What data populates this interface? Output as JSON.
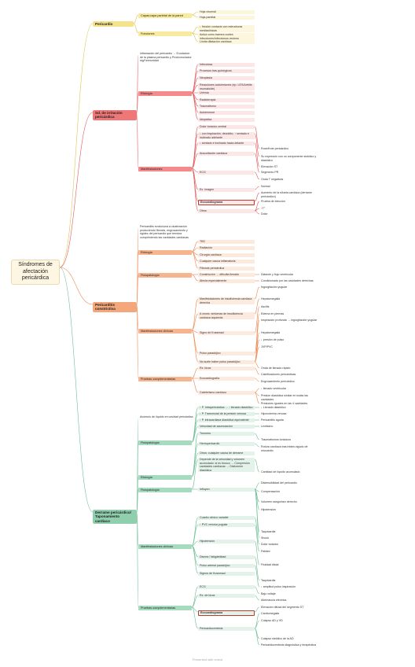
{
  "root": "Síndromes de afectación pericárdica",
  "branches": [
    {
      "key": "y",
      "label": "Pericardio",
      "subs": [
        {
          "label": "Capas:capa parietal de la pared",
          "leaves": [
            "Hoja visceral",
            "Hoja parietal"
          ]
        },
        {
          "label": "Funciones",
          "leaves": [
            "↓ fricción contacto con estructuras mediastínicas",
            "Actúa como barrera contra infecciones/infecciosos vecinos",
            "Limita dilatación cardíaca"
          ]
        }
      ]
    },
    {
      "key": "r",
      "label": "Sd. de irritación pericárdica",
      "intro": "Inflamación del pericardio → Exudación de la plasma pericardio y Pródromo/actor sig/f inmunidad",
      "subs": [
        {
          "label": "Etiología",
          "leaves": [
            "Infecciosa",
            "Procesos tras-quirúrgicos",
            "Neoplasia",
            "Reacciones autoinmunes (ep. LES/Artritis reumatoide)",
            "Urémia",
            "Radioterapia",
            "Traumatismo",
            "Autoinmune",
            "Idiopática"
          ]
        },
        {
          "label": "Manifestaciones",
          "leaves": [
            "Dolor torácico central",
            "↓ con inspiración, decúbito; ↑ sentado e inclinado adelante",
            "↓ sentado e inclinado hacia delante",
            "Auscultación cardiaca",
            "ECG",
            "Ex. Imagen",
            "Ecocardiograma",
            "Otros"
          ],
          "details": [
            "Roce/frote pericárdico",
            "Su expresión con un componente sistólico y diastólico",
            "Elevación ST",
            "Segmento PR",
            "Onda T negativas",
            "Normal",
            "Aumento de la silueta cardíaca (derrame pericárdico)",
            "Prueba de elección",
            "↑T°",
            "Dolor"
          ]
        }
      ]
    },
    {
      "key": "o",
      "label": "Pericarditis constrictiva",
      "intro": "Pericarditis evoluciona a cicatrización produciendo fibrosis, engrosamiento y rigidez del pericardio que termina comprimiendo las cavidades cardíacas",
      "subs": [
        {
          "label": "Etiología",
          "leaves": [
            "TBC",
            "Radiación",
            "Cirurgía cardíaca",
            "Cualquier causa inflamatoria",
            "Fibrosis pericárdica"
          ]
        },
        {
          "label": "Fisiopatología",
          "leaves": [
            "Constricción → dificulta llenado",
            "Afecta especialmente"
          ],
          "details": [
            "Diástole y flujo ventricular",
            "Condicionado por las cavidades derechas"
          ]
        },
        {
          "label": "Manifestaciones clínicas",
          "leaves": [
            "Manifestaciones de insuficiencia cardíaca derecha",
            "A veces: síntomas de insuficiencia cardíaca izquierda",
            "Signo de Kussmaul",
            "Pulso paradójico",
            "No suele haber pulso paradójico"
          ],
          "details": [
            "Ingurgitación yugular",
            "Hepatomegalia",
            "Ascitis",
            "Edema en piernas",
            "Inspiración profunda → ingurgitación yugular",
            "Hepatomegalia",
            "↓ presión de pulso",
            "JVP/PVC",
            "Onda de llenado rápido"
          ]
        },
        {
          "label": "Pruebas complementarias",
          "leaves": [
            "Rx. tórax",
            "Ecocardiografía",
            "Cateterismo cardíaco"
          ],
          "details": [
            "Calcificaciones pericárdicas",
            "Engrosamiento pericárdico",
            "↓ llenado ventricular",
            "Presión diastólica similar en todas las cavidades",
            "Presiones iguales en las 4 cavidades"
          ]
        }
      ]
    },
    {
      "key": "g",
      "label": "Derrame pericárdico/ Taponamiento cardíaco",
      "intro": "Acúmulo de líquido en cavidad pericárdica",
      "subs": [
        {
          "label": "Fisiopatología",
          "leaves": [
            "↑ P. Intrapericárdica → ↓ llenado diastólico",
            "↓ P. Transmural de la presión venosa",
            "↑ P. intracardiaca diastólica equivalente",
            "Velocidad de acumulación"
          ],
          "details": [
            "↓ Llenado diastólico",
            "Hipovolemia venosa",
            "Pericarditis aguda",
            "Lentisimo"
          ]
        },
        {
          "label": "Etiología",
          "leaves": [
            "Tumores",
            "Hemopericardio",
            "Otros: cualquier causa de derrame"
          ],
          "details": [
            "Traumatismos torácicos",
            "Rotura cardíaca tras infarto agudo de miocardio"
          ]
        },
        {
          "label": "Fisiopatología",
          "leaves": [
            "Depende de la velocidad y volumen acumulado: si es brusco → Compresión cavidades cardíacas → Disfunción diastólica",
            "Influyen"
          ],
          "details": [
            "Cantidad de líquido acumulado",
            "Distensibilidad del pericardio",
            "Compensación",
            "Volumen sanguíneo derecho",
            "Hipotensión",
            "Taquicardia",
            "Shock"
          ]
        },
        {
          "label": "Manifestaciones clínicas",
          "leaves": [
            "Cuadro clínico variable",
            "↑ PVC venosa yugular",
            "Hipotensión",
            "Disnea / fatigabilidad",
            "Pulso arterial paradójico",
            "Signos de Kussmaul"
          ],
          "details": [
            "Dolor torácico",
            "Palidez",
            "Frialdad distal",
            "Taquicardia",
            "↓ amplitud pulso inspiración"
          ]
        },
        {
          "label": "Pruebas complementarias",
          "leaves": [
            "ECG",
            "Rx. de tórax",
            "Ecocardiograma",
            "Pericardiocentesis"
          ],
          "details": [
            "Bajo voltaje",
            "Alternancia eléctrica",
            "Elevación difusa del segmento ST",
            "Cardiomegalia",
            "Colapso AD y VD",
            "Colapso sistólico de la AD",
            "Pericardiocentesis diagnóstica y terapéutica"
          ]
        }
      ]
    }
  ],
  "footer": "Presented with xmind"
}
